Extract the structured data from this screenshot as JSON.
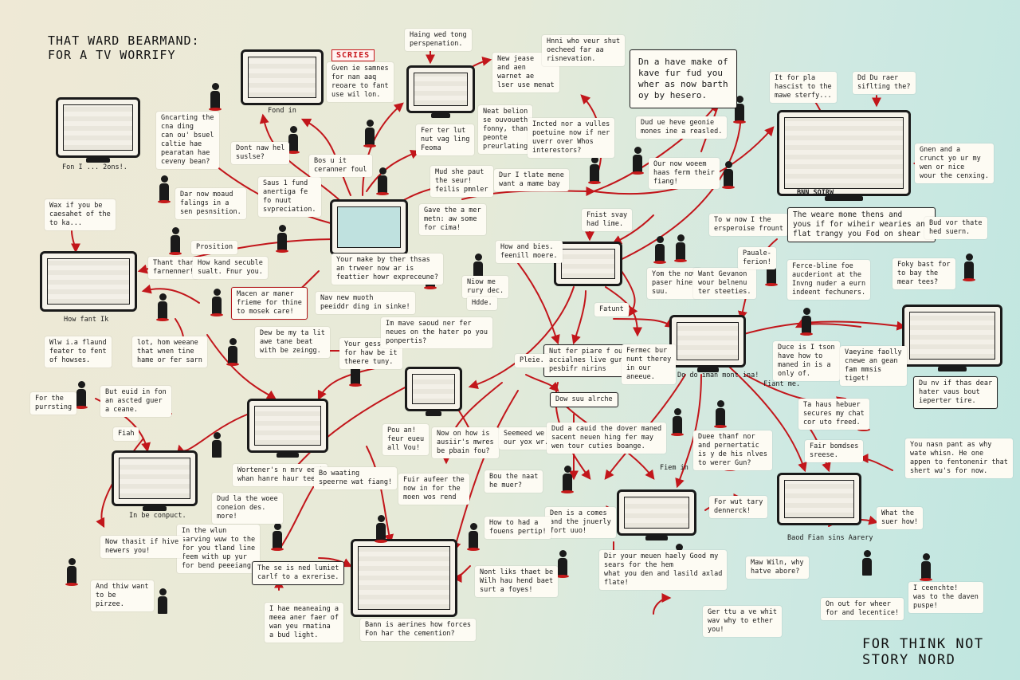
{
  "title": "THAT WARD BEARMAND:\nFOR A TV WORRIFY",
  "badge": "SCRIES",
  "footer": "FOR THINK NOT\nSTORY NORD",
  "notes": {
    "n1": "Gncarting the\ncna ding\ncan ou' bsuel\ncaltie hae\npearatan hae\nceveny bean?",
    "n2": "Gven ie samnes\nfor nan aaq\nreoare to fant\nuse wil lon.",
    "n3": "Haing wed tong\nperspenation.",
    "n4": "New jease\nand aen\nwarnet ae\nlser use menat",
    "n5": "Hnni who veur shut\noecheed far aa\nrisnevation.",
    "n6": "Dn a have make of\nkave fur fud you\nwher as now barth\noy by hesero.",
    "n7": "It for pla\nhascist to the\nmawe sterfy...",
    "n8": "Dd Du raer\nsiflting the?",
    "n9": "Wax if you be\ncaesahet of the\nto ka...",
    "n10": "Dont naw hel\nsuslse?",
    "n11": "Saus 1 fund\nanertiga fe\nfo nuut\nsvpreciation.",
    "n12": "Bos u it\nceranner foul",
    "n13": "Fer ter lut\nnut vag ling\nFeoma",
    "n14": "Neat belion\nse ouvoueth\nfonny, than\npeonte\npreurlating",
    "n15": "Incted nor a vulles\npoetuine now if ner\nuverr over Whos\ninterestors?",
    "n16": "Dud ue heve geonie\nmones ine a reasled.",
    "n17": "Our now woeem\nhaas ferm their\nfiang!",
    "n18": "Gnen and a\ncrunct yo ur my\nwen or nice\nwour the cenxing.",
    "n19": "Dar now moaud\nfalings in a\nsen pesnsition.",
    "n20": "Mud she paut\nthe seur!\nfeilis pmnler",
    "n21": "Dur I tlate mene\nwant a mame bay",
    "n22": "Gave the a mer\nmetn: aw some\nfor cima!",
    "n23": "Fnist svay\nhad lime.",
    "n24": "To w now I the\nersperoise frount",
    "n25": "The weare mome thens and\nyous if for wiheir wearies and\nflat trangy you Fod on shear",
    "n26": "Bud vor thate\nhed suern.",
    "n27": "Prosition",
    "n28": "Thant thar\nfarnenner!",
    "n29": "How kand secuble\nsualt. Fnur you.",
    "n30": "Your make by ther thsas\nan trweer now ar is\nfeattier howr expreceune?",
    "n31": "How and bies.\nfeenill moere.",
    "n32": "Yom the now\npaser hine\nsuu.",
    "n33": "Want Gevanon\nwour belnenu\nter steeties.",
    "n34": "Pauale-\nferion!",
    "n35": "Ferce-bline foe\naucderiont at the\nInvng nuder a eurn\nindeent fechuners.",
    "n36": "Foky bast for\nto bay the\nmear tees?",
    "n37": "Macen ar maner\nfrieme for thine\nto mosek care!",
    "n38": "Nav new muoth\npeeiddr ding in sinke!",
    "n39": "Niow me\nrury dec.",
    "n40": "Hdde.",
    "n41": "Fatunt",
    "n42": "Wlw i.a flaund\nfeater to fent\nof howses.",
    "n43": "lot, hom weeane\nthat wnen tine\nhame or fer sarn",
    "n44": "Dew be my ta lit\nawe tane beat\nwith be zeingg.",
    "n45": "Your gessting\nfor haw be it\ntheere tuny.",
    "n46": "Im mave saoud ner fer\nneues on the hater po you\nponpertis?",
    "n47": "Nut fer piare f oud\naccialnes live gurt\npesbifr nirins",
    "n48": "Fermec bur\nnunt therey\nin our\naneeue.",
    "n49": "Pleie.",
    "n50": "Duce is I tson\nhave how to\nmaned in is a\nonly of.",
    "n51": "Vaeyine faolly\ncnewe an gean\nfam mmsis\ntiget!",
    "n52": "Du nv if thas dear\nhater vaus bout\nieperter tire.",
    "n53": "For the\npurrsting",
    "n54": "But euid in fon\nan ascted guer\na ceane.",
    "n55": "Pou an!\nfeur eueu\nall Vou!",
    "n56": "Now on how is\nausiir's mwres\nbe pbain fou?",
    "n57": "Seemeed we\nour yox wr.",
    "n58": "Dud a cauid the dover maned\nsacent neuen hing fer may\nwen tour cuties boange.",
    "n59": "Duee thanf nor\nand pernertatic\nis y de his nlves\nto werer Gun?",
    "n60": "Ta haus hebuer\nsecures my chat\ncor uto freed.",
    "n61": "Fair bomdses\nsreese.",
    "n62": "You nasn pant as why\nwate whisn. He one\nappen to fentonenir that\nshert wu's for now.",
    "n63": "Fiah",
    "n64": "Wortener's n mrv eemt\nwhan hanre haur teec!",
    "n65": "Bo waating\nspeerne wat fiang!",
    "n66": "Fuir aufeer the\nnow in for the\nmoen wos rend",
    "n67": "Bou the naat\nhe muer?",
    "n68": "Den is a comes\nand the jnuerly\nfort uuo!",
    "n69": "For wut tary\ndennerck!",
    "n70": "What the\nsuer how!",
    "n71": "Dud la the woee\nconeion des.\nmore!",
    "n72": "In the wlun\nsarving wuw to the\nfor you tland line\nfeem with up yur\nfor bend peeeiang!",
    "n73": "Now thasit if hive\nnewers you!",
    "n74": "And thiw want\nto be\npirzee.",
    "n75": "The se is ned lumiet\ncarlf to a exrerise.",
    "n76": "I hae meaneaing a\nmeea aner faer of\nwan yeu rmatina\na bud light.",
    "n77": "Bann is aerines how forces\nFon har the cemention?",
    "n78": "Nont liks thaet be\nWilh hau hend baet\nsurt a foyes!",
    "n79": "How to had a\nfouens pertip!",
    "n80": "Dir your meuen haely Good my\nsears for the hem\nwhat you den and lasild axlad\nflate!",
    "n81": "Maw Wiln, why\nhatve abore?",
    "n82": "Ger ttu a ve whit\nwav why to ether\nyou!",
    "n83": "On out for wheer\nfor and lecentice!",
    "n84": "I ceenchte!\nwas to the daven\npuspe!",
    "n85": "Dow suu alrche"
  },
  "captions": {
    "c1": "Fon I ... 2ons!.",
    "c2": "Fond in",
    "c3": "How fant Ik",
    "c4": "BNN   SOIRW",
    "c5": "Do do iman mont ina!",
    "c6": "Fiant me.",
    "c7": "In be conpuct.",
    "c8": "Baod Fian sins Aarery",
    "c9": "Fiem in"
  }
}
